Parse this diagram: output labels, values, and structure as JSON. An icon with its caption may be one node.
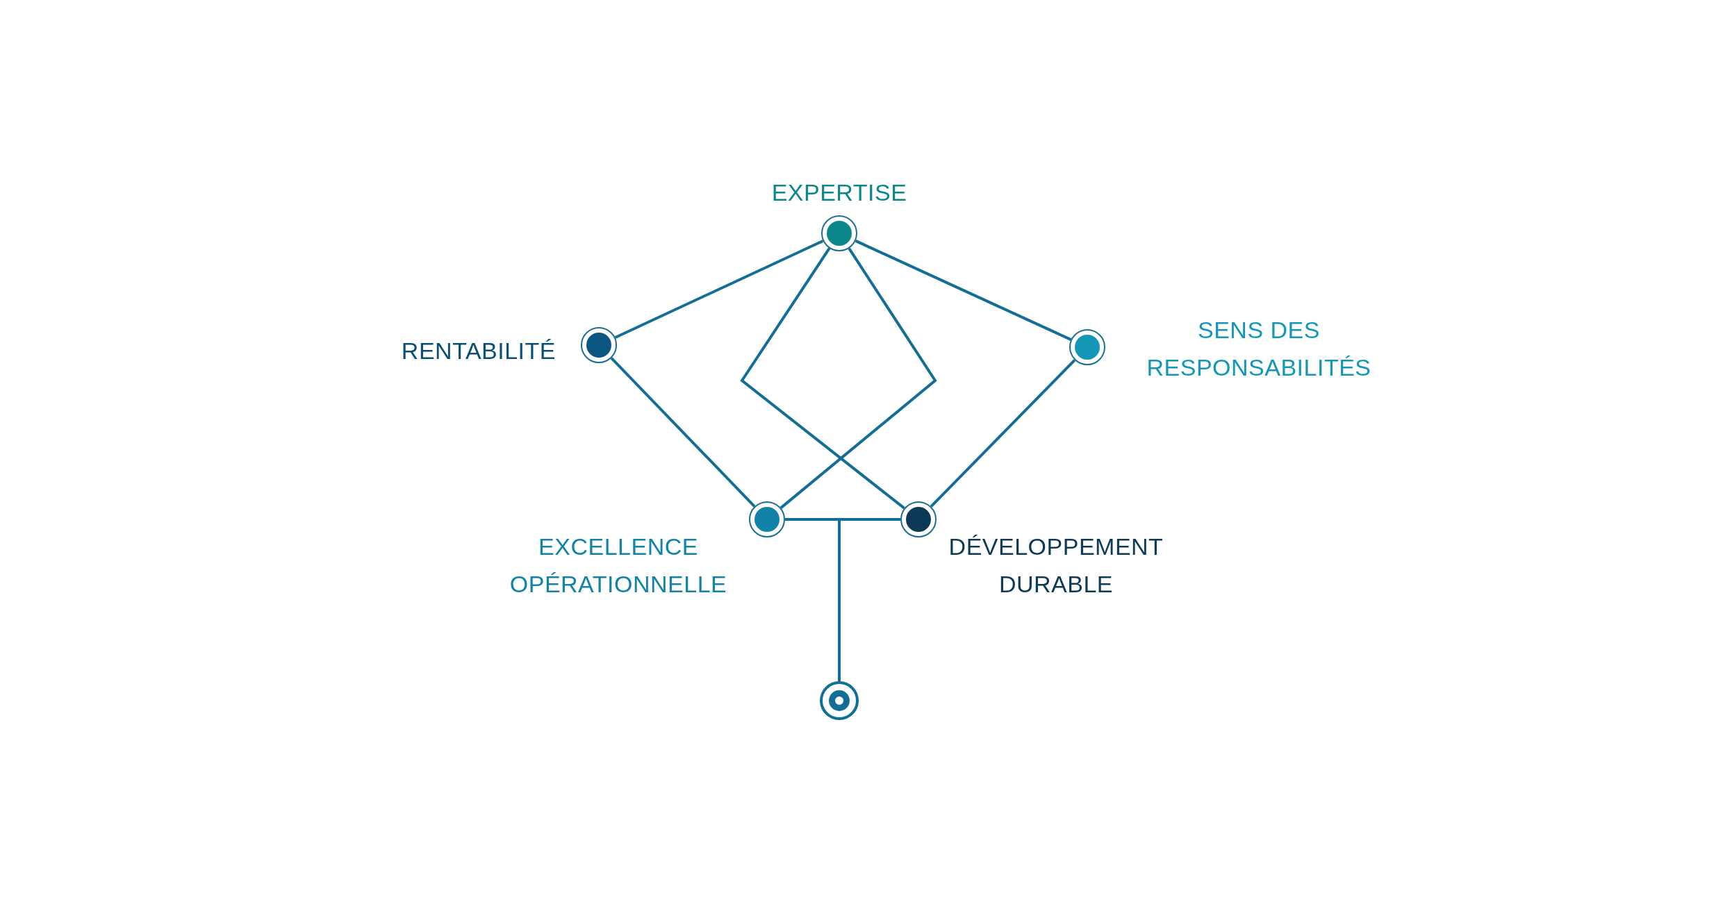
{
  "diagram": {
    "nodes": [
      {
        "text": [],
        "shape": "circle",
        "beside": [
          "EXPERTISE"
        ]
      },
      {
        "text": [],
        "shape": "circle",
        "beside": [
          "RENTABILITÉ"
        ]
      },
      {
        "text": [],
        "shape": "circle",
        "beside": [
          "SENS DES RESPONSABILITÉS"
        ]
      },
      {
        "text": [],
        "shape": "circle",
        "beside": [
          "EXCELLENCE OPÉRATIONNELLE"
        ]
      },
      {
        "text": [],
        "shape": "circle",
        "beside": [
          "DÉVELOPPEMENT DURABLE"
        ]
      },
      {
        "text": [],
        "shape": "circle"
      }
    ],
    "edges": [
      {
        "from": 0,
        "to": 1,
        "arrow": "none"
      },
      {
        "from": 0,
        "to": 2,
        "arrow": "none"
      },
      {
        "from": 0,
        "to": 4,
        "arrow": "none"
      },
      {
        "from": 0,
        "to": 3,
        "arrow": "none"
      },
      {
        "from": 1,
        "to": 3,
        "arrow": "none"
      },
      {
        "from": 2,
        "to": 4,
        "arrow": "none"
      },
      {
        "from": 3,
        "to": 5,
        "arrow": "none"
      },
      {
        "from": 4,
        "to": 5,
        "arrow": "none"
      }
    ]
  }
}
